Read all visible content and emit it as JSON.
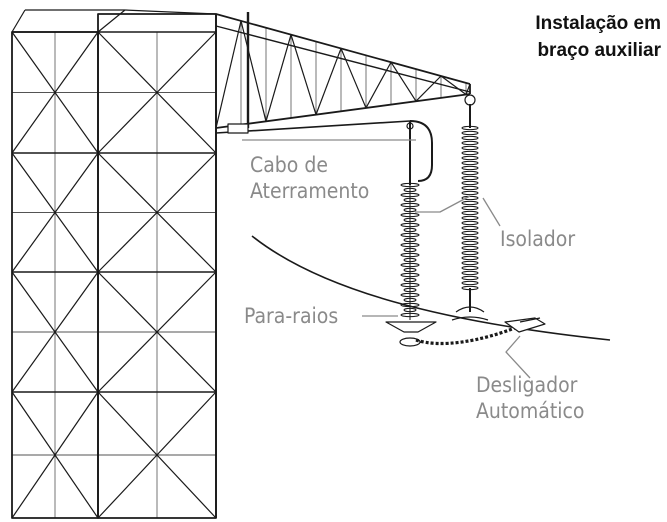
{
  "title": {
    "line1": "Instalação em",
    "line2": "braço auxiliar"
  },
  "labels": {
    "cabo_line1": "Cabo de",
    "cabo_line2": "Aterramento",
    "isolador": "Isolador",
    "para_raios": "Para-raios",
    "desligador_line1": "Desligador",
    "desligador_line2": "Automático"
  },
  "colors": {
    "line": "#1a1a1a",
    "label": "#8a8a8a",
    "title": "#111111"
  }
}
